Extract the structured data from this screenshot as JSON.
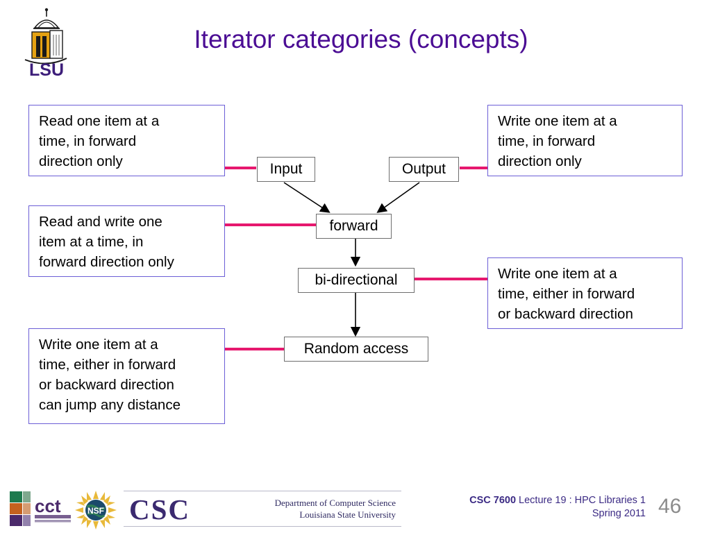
{
  "slide": {
    "title": "Iterator categories (concepts)",
    "title_color": "#4B0D94",
    "background_color": "#ffffff"
  },
  "logo": {
    "name": "lsu-logo",
    "wordmark": "LSU",
    "purple": "#3D1E7A",
    "gold": "#E5A212"
  },
  "descriptions": {
    "input_desc": {
      "lines": [
        "Read one item at a",
        "time, in forward",
        "direction only"
      ]
    },
    "forward_desc": {
      "lines": [
        "Read and write one",
        "item at a time, in",
        "forward direction only"
      ]
    },
    "random_desc": {
      "lines": [
        "Write one item at a",
        "time, either in forward",
        "or backward direction",
        "can jump any distance"
      ]
    },
    "output_desc": {
      "lines": [
        "Write one item at a",
        "time, in forward",
        "direction only"
      ]
    },
    "bidirectional_desc": {
      "lines": [
        "Write one item at a",
        "time, either in forward",
        "or backward direction"
      ]
    }
  },
  "diagram": {
    "type": "flowchart",
    "node_border_color": "#6E6E6E",
    "connector_color": "#E6186E",
    "arrow_color": "#000000",
    "nodes": [
      {
        "id": "input",
        "label": "Input"
      },
      {
        "id": "output",
        "label": "Output"
      },
      {
        "id": "forward",
        "label": "forward"
      },
      {
        "id": "bidirectional",
        "label": "bi-directional"
      },
      {
        "id": "random",
        "label": "Random access"
      }
    ],
    "edges": [
      {
        "from": "input",
        "to": "forward"
      },
      {
        "from": "output",
        "to": "forward"
      },
      {
        "from": "forward",
        "to": "bidirectional"
      },
      {
        "from": "bidirectional",
        "to": "random"
      }
    ],
    "callouts": [
      {
        "node": "input",
        "side": "left",
        "desc": "input_desc"
      },
      {
        "node": "output",
        "side": "right",
        "desc": "output_desc"
      },
      {
        "node": "forward",
        "side": "left",
        "desc": "forward_desc"
      },
      {
        "node": "bidirectional",
        "side": "right",
        "desc": "bidirectional_desc"
      },
      {
        "node": "random",
        "side": "left",
        "desc": "random_desc"
      }
    ]
  },
  "footer": {
    "cct_wordmark": "cct",
    "nsf_wordmark": "NSF",
    "csc_wordmark": "CSC",
    "department_line1": "Department of Computer Science",
    "department_line2": "Louisiana State University",
    "course_code": "CSC 7600",
    "course_title": " Lecture 19 : HPC Libraries 1",
    "course_term": "Spring 2011",
    "page_number": "46"
  }
}
